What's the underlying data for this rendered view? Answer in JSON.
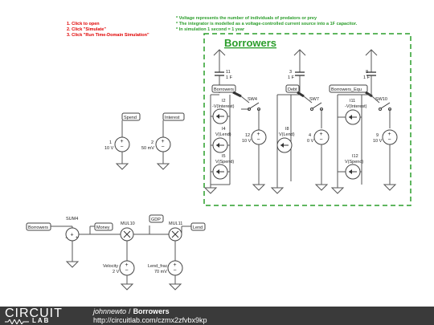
{
  "instructions": {
    "steps": [
      "1. Click to open",
      "2. Click \"Simulate\"",
      "3. Click \"Run Time-Domain Simulation\""
    ],
    "notes": [
      "* Voltage represents the number of individuals of predators or prey",
      "* The integrator is modelled as a voltage-controlled current source into a 1F capacitor.",
      "* In simulation 1 second = 1 year"
    ],
    "step_color": "#e00000",
    "note_color": "#2a9d2a"
  },
  "subcircuit": {
    "title": "Borrowers",
    "box_color": "#2a9d2a",
    "capacitors": [
      {
        "name": "11",
        "value": "1 F"
      },
      {
        "name": "3",
        "value": "1 F"
      },
      {
        "name": "8",
        "value": "1 F"
      }
    ],
    "labels": [
      "Borrowers",
      "Debt",
      "Borrowers_Equ"
    ],
    "switches": [
      "SW4",
      "SW7",
      "SW10"
    ],
    "current_sources": [
      {
        "name": "I2",
        "expr": "-V(Interest)"
      },
      {
        "name": "I4",
        "expr": "V(Lend)"
      },
      {
        "name": "I5",
        "expr": "V(Spend)"
      },
      {
        "name": "I8",
        "expr": "V(Lend)"
      },
      {
        "name": "I11",
        "expr": "-V(Interest)"
      },
      {
        "name": "I12",
        "expr": "V(Spend)"
      }
    ],
    "voltage_sources": [
      {
        "name": "12",
        "value": "10 V"
      },
      {
        "name": "4",
        "value": "0 V"
      },
      {
        "name": "9",
        "value": "10 V"
      }
    ]
  },
  "params": {
    "spend": {
      "label": "Spend",
      "name": "1",
      "value": "10 V"
    },
    "interest": {
      "label": "Interest",
      "name": "2",
      "value": "50 mV"
    }
  },
  "chain": {
    "input_label": "Borrowers",
    "sum": "SUM4",
    "money_label": "Money",
    "mul1": "MUL10",
    "gdp_label": "GDP",
    "mul2": "MUL11",
    "output_label": "Lend",
    "velocity": {
      "name": "Velocity",
      "value": "2 V"
    },
    "lend_frac": {
      "name": "Lend_frac",
      "value": "70 mV"
    }
  },
  "symbols": {
    "plus": "+",
    "minus": "−",
    "times": "×"
  },
  "footer": {
    "logo_main": "CIRCUIT",
    "logo_sub": "LAB",
    "author": "johnnewto",
    "separator": "/",
    "title": "Borrowers",
    "url": "http://circuitlab.com/czmx2zfvbx9kp"
  }
}
